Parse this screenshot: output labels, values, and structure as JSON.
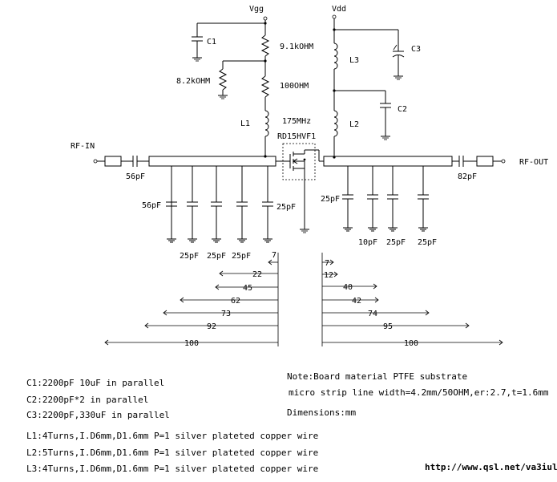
{
  "power": {
    "vgg": "Vgg",
    "vdd": "Vdd"
  },
  "ports": {
    "rf_in": "RF-IN",
    "rf_out": "RF-OUT"
  },
  "components": {
    "c1": "C1",
    "r1": "9.1kOHM",
    "r2": "8.2kOHM",
    "r3": "100OHM",
    "l1": "L1",
    "freq": "175MHz",
    "fet": "RD15HVF1",
    "l3": "L3",
    "c3": "C3",
    "c2": "C2",
    "l2": "L2",
    "cin": "56pF",
    "cout": "82pF"
  },
  "input_caps": {
    "c_left": "56pF",
    "c_right": "25pF",
    "bottom": [
      "25pF",
      "25pF",
      "25pF"
    ]
  },
  "output_caps": {
    "c_left": "25pF",
    "bottom": [
      "10pF",
      "25pF",
      "25pF"
    ]
  },
  "dimensions_left": [
    "7",
    "22",
    "45",
    "62",
    "73",
    "92",
    "100"
  ],
  "dimensions_right": [
    "7",
    "12",
    "40",
    "42",
    "74",
    "95",
    "100"
  ],
  "notes_left": [
    "C1:2200pF 10uF in parallel",
    "C2:2200pF*2 in parallel",
    "C3:2200pF,330uF in parallel",
    "L1:4Turns,I.D6mm,D1.6mm P=1 silver plateted copper wire",
    "L2:5Turns,I.D6mm,D1.6mm P=1 silver plateted copper wire",
    "L3:4Turns,I.D6mm,D1.6mm P=1 silver plateted copper wire"
  ],
  "notes_right": [
    "Note:Board material PTFE substrate",
    "micro strip line width=4.2mm/50OHM,er:2.7,t=1.6mm",
    "Dimensions:mm"
  ],
  "url": "http://www.qsl.net/va3iul/"
}
